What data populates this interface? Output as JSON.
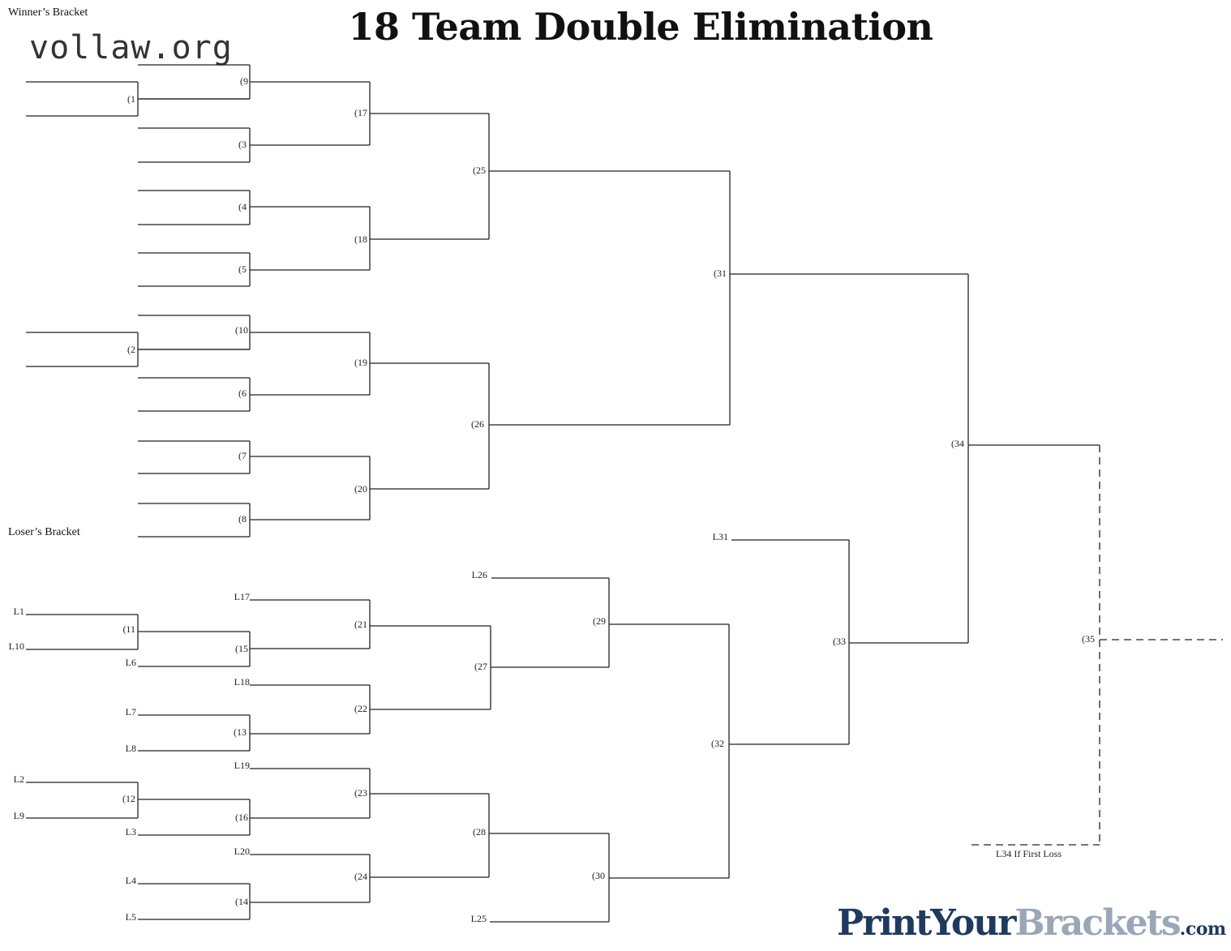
{
  "header": {
    "title": "18 Team Double Elimination",
    "winners_label": "Winner’s Bracket",
    "losers_label": "Loser’s Bracket",
    "watermark": "vollaw.org"
  },
  "brand": {
    "part1": "PrintYour",
    "part2": "Brackets",
    "part3": ".com"
  },
  "games": {
    "g1": "(1",
    "g2": "(2",
    "g3": "(3",
    "g4": "(4",
    "g5": "(5",
    "g6": "(6",
    "g7": "(7",
    "g8": "(8",
    "g9": "(9",
    "g10": "(10",
    "g11": "(11",
    "g12": "(12",
    "g13": "(13",
    "g14": "(14",
    "g15": "(15",
    "g16": "(16",
    "g17": "(17",
    "g18": "(18",
    "g19": "(19",
    "g20": "(20",
    "g21": "(21",
    "g22": "(22",
    "g23": "(23",
    "g24": "(24",
    "g25": "(25",
    "g26": "(26",
    "g27": "(27",
    "g28": "(28",
    "g29": "(29",
    "g30": "(30",
    "g31": "(31",
    "g32": "(32",
    "g33": "(33",
    "g34": "(34",
    "g35": "(35"
  },
  "loser_slots": {
    "L1": "L1",
    "L10": "L10",
    "L6": "L6",
    "L7": "L7",
    "L8": "L8",
    "L2": "L2",
    "L9": "L9",
    "L3": "L3",
    "L4": "L4",
    "L5": "L5",
    "L17": "L17",
    "L18": "L18",
    "L19": "L19",
    "L20": "L20",
    "L26": "L26",
    "L25": "L25",
    "L31": "L31"
  },
  "final_note": "L34 If First Loss"
}
